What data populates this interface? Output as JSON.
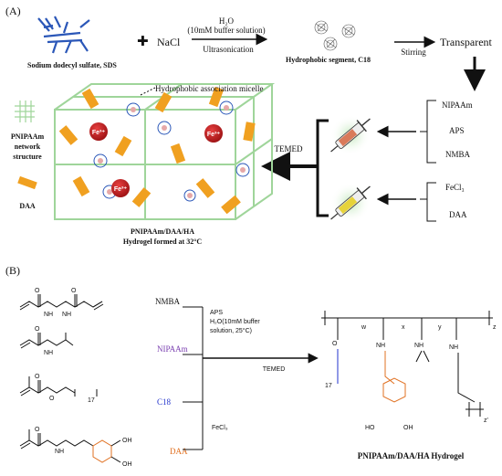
{
  "panel_a": {
    "label": "(A)",
    "sds_label": "Sodium dodecyl sulfate, SDS",
    "plus": "✚",
    "nacl": "NaCl",
    "step1_top": "H₂O",
    "step1_mid": "(10mM buffer solution)",
    "step1_bottom": "Ultrasonication",
    "hydrophobic_segment": "Hydrophobic segment, C18",
    "stirring": "Stirring",
    "transparent": "Transparent",
    "micelle_label": "Hydrophobic association micelle",
    "reagents_top": [
      "NIPAAm",
      "APS",
      "NMBA"
    ],
    "reagents_bottom": [
      "FeCl₃",
      "DAA"
    ],
    "temed": "TEMED",
    "legend_network": [
      "PNIPAAm",
      "network",
      "structure"
    ],
    "legend_daa": "DAA",
    "fe_label": "Fe³⁺",
    "hydrogel_title": "PNIPAAm/DAA/HA",
    "hydrogel_subtitle": "Hydrogel formed at 32°C",
    "colors": {
      "grid": "#9fd59a",
      "rod": "#f0a020",
      "fe": "#c0191c",
      "sds": "#2b57b8"
    }
  },
  "panel_b": {
    "label": "(B)",
    "monomers": [
      {
        "name": "NMBA",
        "color": "#111111"
      },
      {
        "name": "NIPAAm",
        "color": "#7a3fb0"
      },
      {
        "name": "C18",
        "color": "#2233cc"
      },
      {
        "name": "DAA",
        "color": "#e07020"
      }
    ],
    "cond_aps": "APS",
    "cond_h2o": "H₂O(10mM buffer",
    "cond_sol": "solution, 25°C)",
    "fecl3": "FeCl₃",
    "temed": "TEMED",
    "product": "PNIPAAm/DAA/HA Hydrogel",
    "sub_w": "w",
    "sub_x": "x",
    "sub_y": "y",
    "sub_z": "z",
    "sub_zp": "z'",
    "sub_17": "17",
    "nh": "NH",
    "o": "O",
    "ho": "HO",
    "oh": "OH",
    "colors": {
      "nipaam": "#7a3fb0",
      "c18": "#2233cc",
      "daa": "#e07020"
    }
  }
}
